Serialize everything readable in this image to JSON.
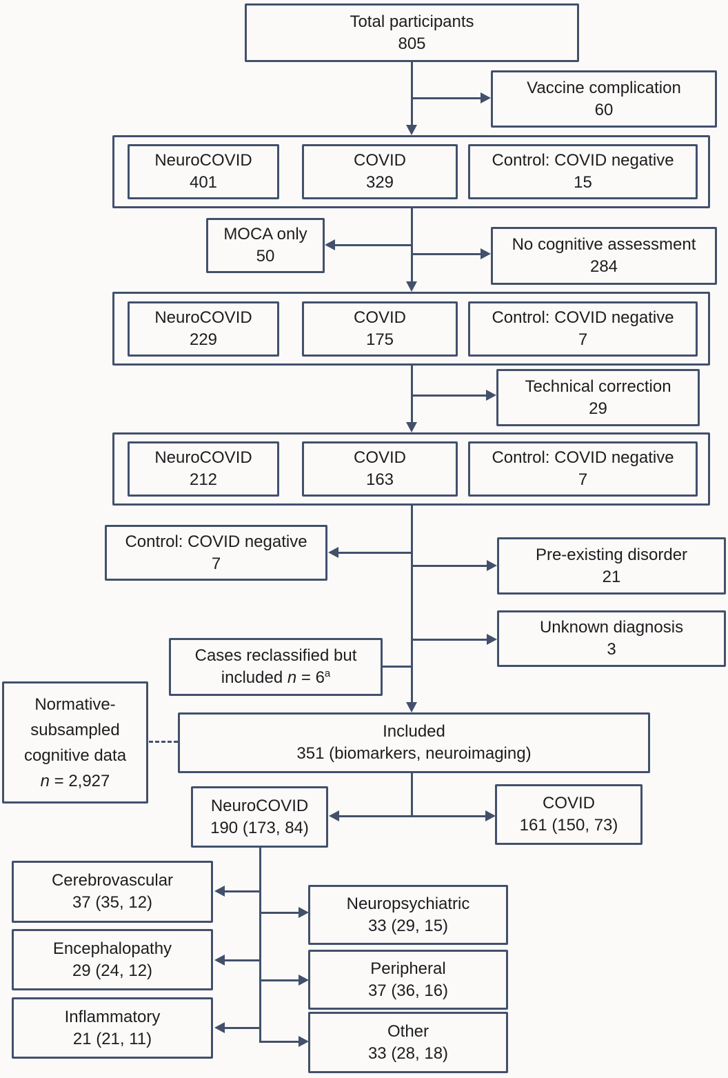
{
  "figure": {
    "type": "flowchart",
    "colors": {
      "line": "#42506b",
      "box_border": "#42506b",
      "background": "#fbfaf8",
      "text": "#1d1d1f"
    }
  },
  "nodes": {
    "total": {
      "label": "Total participants",
      "value": "805"
    },
    "vaccine_complication": {
      "label": "Vaccine complication",
      "value": "60"
    },
    "row1_neurocovid": {
      "label": "NeuroCOVID",
      "value": "401"
    },
    "row1_covid": {
      "label": "COVID",
      "value": "329"
    },
    "row1_control": {
      "label": "Control: COVID negative",
      "value": "15"
    },
    "moca_only": {
      "label": "MOCA only",
      "value": "50"
    },
    "no_cognitive_assessment": {
      "label": "No cognitive assessment",
      "value": "284"
    },
    "row2_neurocovid": {
      "label": "NeuroCOVID",
      "value": "229"
    },
    "row2_covid": {
      "label": "COVID",
      "value": "175"
    },
    "row2_control": {
      "label": "Control: COVID negative",
      "value": "7"
    },
    "technical_correction": {
      "label": "Technical correction",
      "value": "29"
    },
    "row3_neurocovid": {
      "label": "NeuroCOVID",
      "value": "212"
    },
    "row3_covid": {
      "label": "COVID",
      "value": "163"
    },
    "row3_control": {
      "label": "Control: COVID negative",
      "value": "7"
    },
    "control_excluded": {
      "label": "Control: COVID negative",
      "value": "7"
    },
    "preexisting_disorder": {
      "label": "Pre-existing disorder",
      "value": "21"
    },
    "unknown_diagnosis": {
      "label": "Unknown diagnosis",
      "value": "3"
    },
    "cases_reclassified": {
      "label": "Cases reclassified but",
      "value_prefix": "included ",
      "value_n": "n",
      "value_eq": " = 6",
      "value_sup": "a"
    },
    "normative": {
      "line1": "Normative-",
      "line2": "subsampled",
      "line3": "cognitive data",
      "line4_n": "n",
      "line4_rest": " = 2,927"
    },
    "included": {
      "label": "Included",
      "value": "351 (biomarkers, neuroimaging)"
    },
    "included_neurocovid": {
      "label": "NeuroCOVID",
      "value": "190 (173, 84)"
    },
    "included_covid": {
      "label": "COVID",
      "value": "161 (150, 73)"
    },
    "cerebrovascular": {
      "label": "Cerebrovascular",
      "value": "37 (35, 12)"
    },
    "neuropsychiatric": {
      "label": "Neuropsychiatric",
      "value": "33 (29, 15)"
    },
    "encephalopathy": {
      "label": "Encephalopathy",
      "value": "29 (24, 12)"
    },
    "peripheral": {
      "label": "Peripheral",
      "value": "37 (36, 16)"
    },
    "inflammatory": {
      "label": "Inflammatory",
      "value": "21 (21, 11)"
    },
    "other": {
      "label": "Other",
      "value": "33 (28, 18)"
    }
  }
}
